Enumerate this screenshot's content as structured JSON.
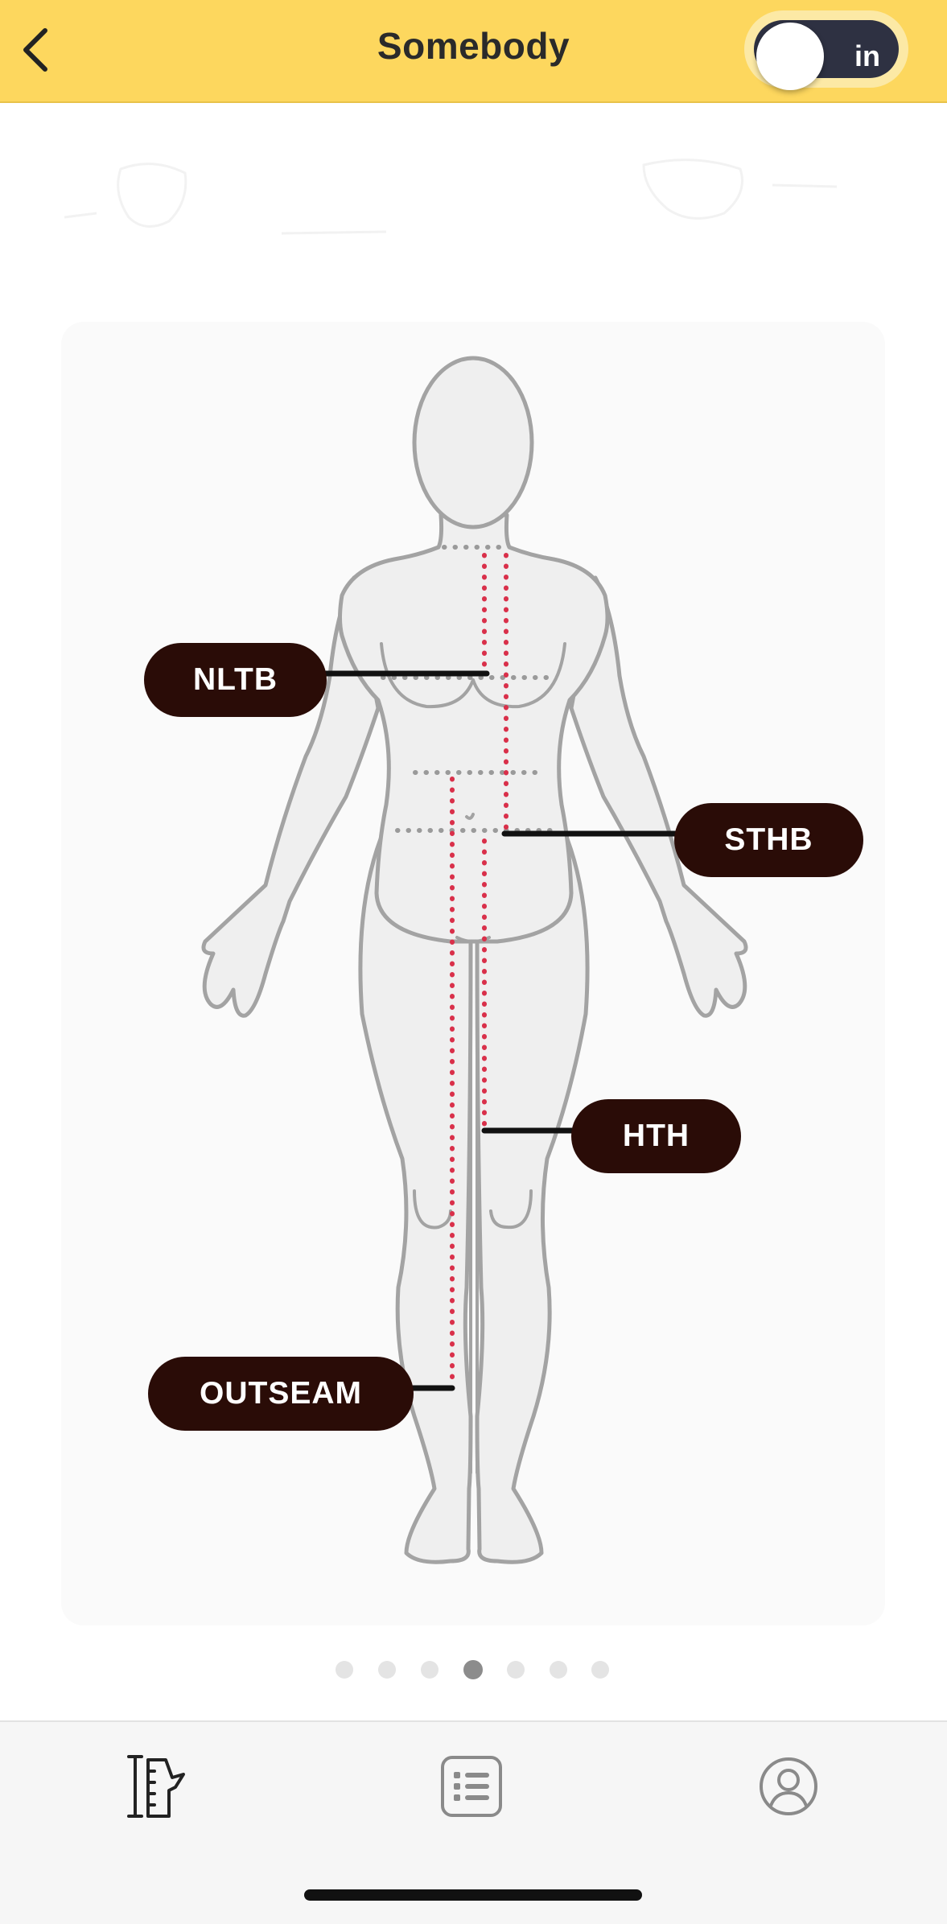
{
  "header": {
    "title": "Somebody",
    "back_icon": "chevron-left-icon",
    "unit_toggle": {
      "label": "in",
      "state": "on"
    },
    "background_color": "#fdd75e"
  },
  "figure": {
    "labels": {
      "nltb": "NLTB",
      "sthb": "STHB",
      "hth": "HTH",
      "outseam": "OUTSEAM"
    },
    "measure_line_color": "#d9304a",
    "guide_dot_color": "#9a9a9a",
    "pill_color": "#2a0c07"
  },
  "pager": {
    "total": 7,
    "active_index": 3
  },
  "tabbar": {
    "tabs": [
      {
        "icon": "measuring-tape-icon",
        "active": true
      },
      {
        "icon": "list-icon",
        "active": false
      },
      {
        "icon": "profile-icon",
        "active": false
      }
    ]
  }
}
